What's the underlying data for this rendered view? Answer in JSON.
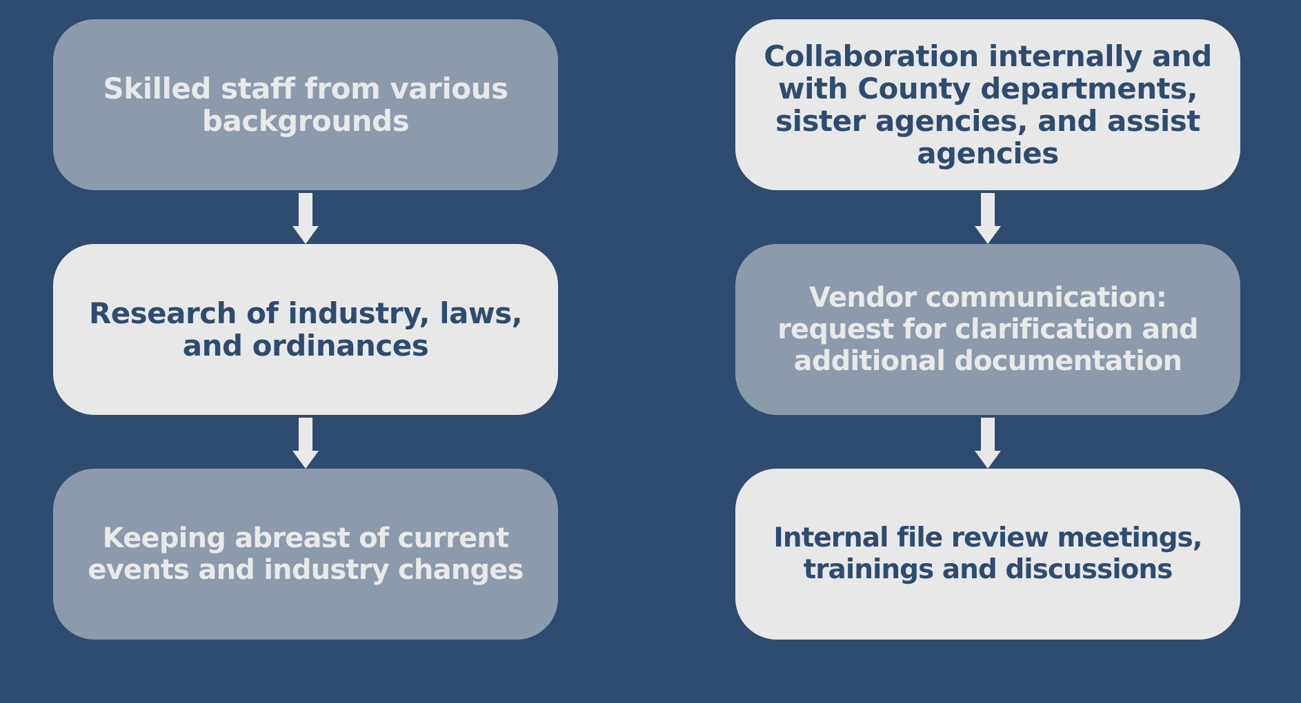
{
  "colors": {
    "background": "#2f4b6f",
    "box_muted": "#8c9aac",
    "box_light": "#e8e8e8",
    "text_light": "#e9e9e9",
    "text_dark": "#2f4b6f",
    "arrow": "#e9e9e9"
  },
  "left_column": [
    {
      "text": "Skilled staff from various backgrounds"
    },
    {
      "text": "Research of industry, laws, and ordinances"
    },
    {
      "text": "Keeping abreast of current events and industry changes"
    }
  ],
  "right_column": [
    {
      "text": "Collaboration internally and with County departments, sister agencies, and assist agencies"
    },
    {
      "text": "Vendor communication: request for clarification and additional documentation"
    },
    {
      "text": "Internal file review meetings, trainings and discussions"
    }
  ],
  "arrow_icon": "down-arrow-icon"
}
